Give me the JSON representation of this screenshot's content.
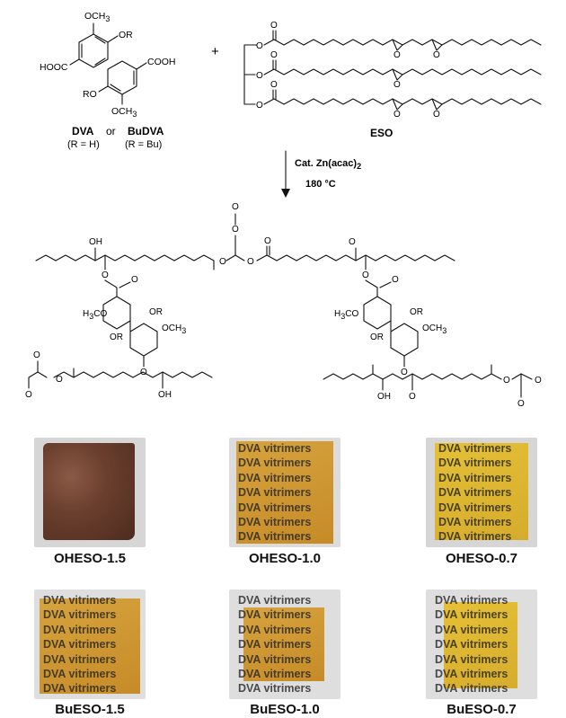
{
  "reactants": {
    "left_groups": {
      "och3_top": "OCH",
      "och3_top_sub": "3",
      "or_top": "OR",
      "cooh_left": "HOOC",
      "cooh_right": "COOH",
      "ro_bottom": "RO",
      "och3_bottom": "OCH",
      "och3_bottom_sub": "3"
    },
    "dva_name": "DVA",
    "or_word": "or",
    "budva_name": "BuDVA",
    "dva_r": "(R = H)",
    "budva_r": "(R = Bu)",
    "plus": "+",
    "eso_name": "ESO",
    "oxygen": "O"
  },
  "reaction": {
    "catalyst": "Cat. Zn(acac)",
    "catalyst_sub": "2",
    "temperature": "180 °C"
  },
  "network": {
    "oh": "OH",
    "or": "OR",
    "h3co": "H",
    "h3co_sub": "3",
    "h3co_tail": "CO",
    "och3": "OCH",
    "och3_sub": "3",
    "o": "O"
  },
  "watermark": "DVA vitrimers",
  "samples": [
    {
      "label": "OHESO-1.5"
    },
    {
      "label": "OHESO-1.0"
    },
    {
      "label": "OHESO-0.7"
    },
    {
      "label": "BuESO-1.5"
    },
    {
      "label": "BuESO-1.0"
    },
    {
      "label": "BuESO-0.7"
    }
  ]
}
